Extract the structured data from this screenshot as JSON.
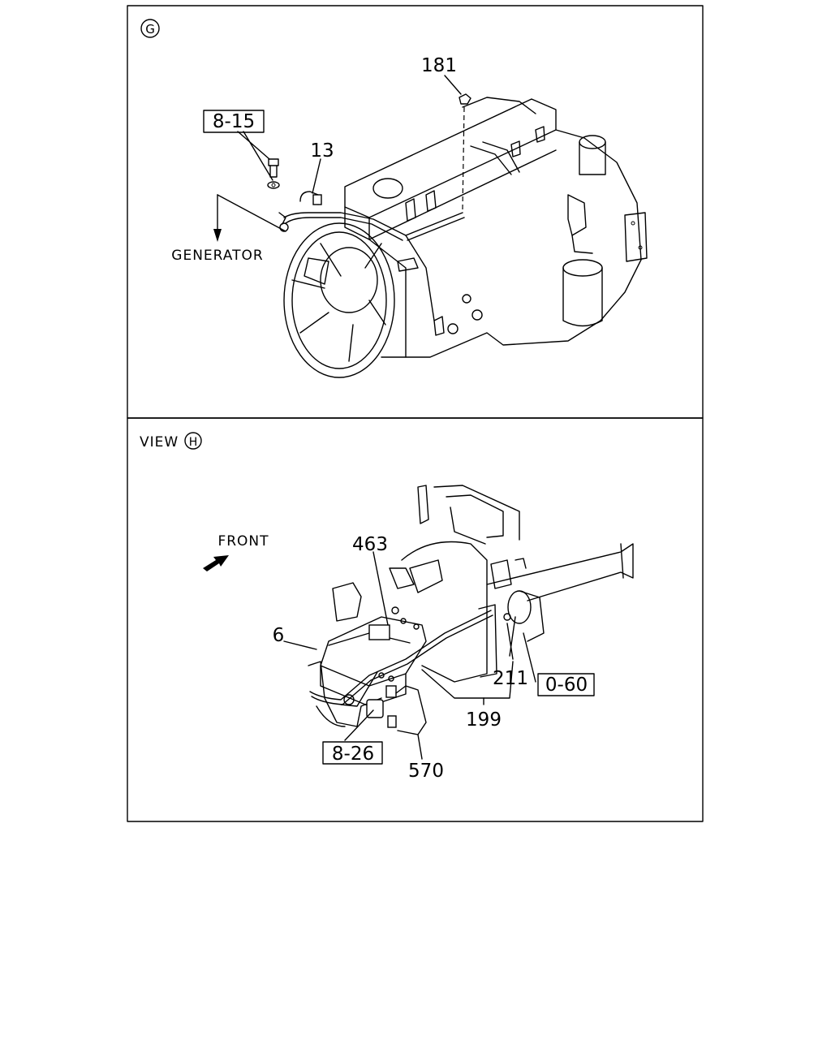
{
  "panel_g": {
    "marker": "G",
    "callouts": {
      "c181": "181",
      "c815": "8-15",
      "c13": "13"
    },
    "generator_label": "GENERATOR"
  },
  "panel_h": {
    "view_text": "VIEW",
    "marker": "H",
    "front_label": "FRONT",
    "callouts": {
      "c463": "463",
      "c6": "6",
      "c211": "211",
      "c060": "0-60",
      "c199": "199",
      "c826": "8-26",
      "c570": "570"
    }
  }
}
